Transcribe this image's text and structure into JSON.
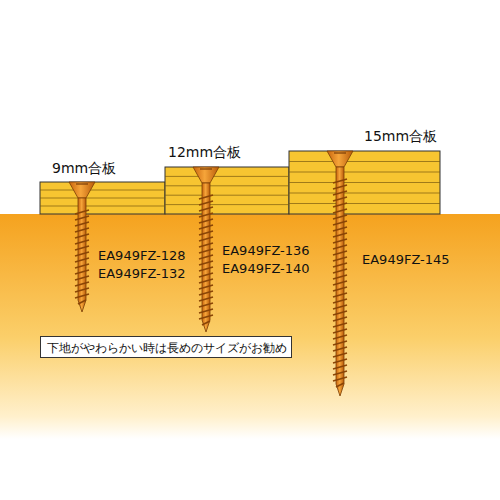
{
  "diagram": {
    "nodes": [
      {
        "text": [
          "下地がやわらかい時は長めのサイズがお勧め"
        ]
      }
    ],
    "labels": [
      "9mm合板",
      "12mm合板",
      "15mm合板",
      "EA949FZ-128",
      "EA949FZ-132",
      "EA949FZ-136",
      "EA949FZ-140",
      "EA949FZ-145"
    ]
  }
}
